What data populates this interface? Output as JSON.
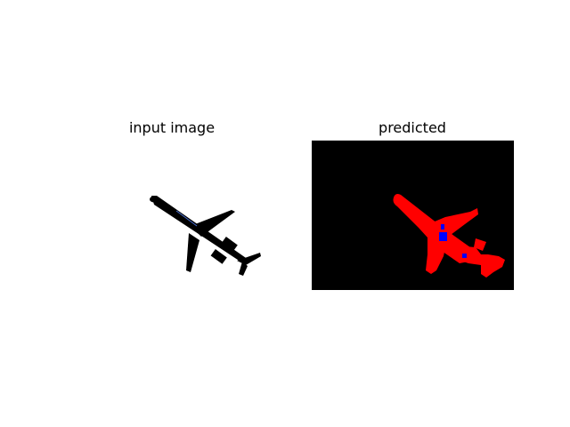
{
  "figure": {
    "left_panel": {
      "title": "input image",
      "background": "#ffffff",
      "subject": "airplane-silhouette",
      "subject_color": "#000000"
    },
    "right_panel": {
      "title": "predicted",
      "background": "#000000",
      "mask_primary_color": "#ff0000",
      "mask_secondary_color": "#0000ff"
    }
  }
}
